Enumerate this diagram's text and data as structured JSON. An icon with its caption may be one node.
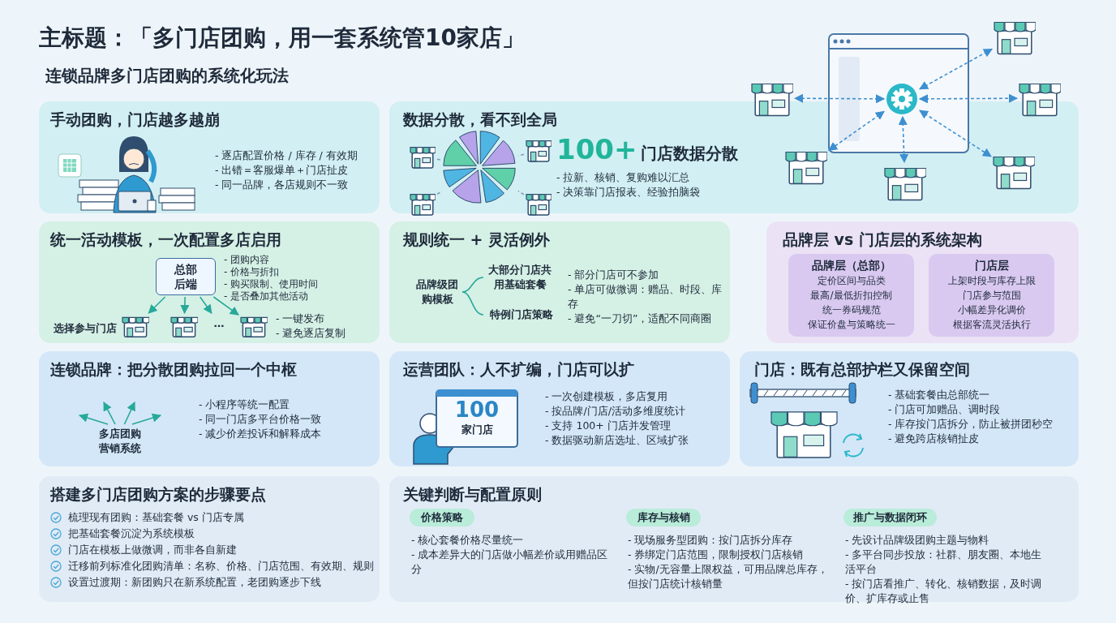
{
  "diagram": {
    "title": "主标题：「多门店团购，用一套系统管10家店」",
    "nodes": [
      {
        "text": [
          "手动团购，门店越多越崩",
          "- 逐店配置价格 / 库存 / 有效期",
          "- 出错＝客服爆单＋门店扯皮",
          "- 同一品牌，各店规则不一致"
        ]
      },
      {
        "text": [
          "数据分散，看不到全局",
          "100+",
          "门店数据分散",
          "- 拉新、核销、复购难以汇总",
          "- 决策靠门店报表、经验拍脑袋"
        ]
      },
      {
        "text": [],
        "shape": "picture",
        "in": 1
      },
      {
        "text": [],
        "shape": "picture",
        "in": 1
      },
      {
        "text": [],
        "shape": "picture",
        "in": 1
      },
      {
        "text": [],
        "shape": "picture",
        "in": 1
      },
      {
        "text": [],
        "shape": "picture",
        "in": 1
      },
      {
        "text": [
          "统一活动模板，一次配置多店启用",
          "- 团购内容",
          "- 价格与折扣",
          "- 购买限制、使用时间",
          "- 是否叠加其他活动",
          "选择参与门店",
          "- 一键发布",
          "- 避免逐店复制"
        ]
      },
      {
        "text": [
          "总部后端"
        ],
        "in": 7
      },
      {
        "text": [],
        "shape": "picture",
        "in": 7
      },
      {
        "text": [],
        "shape": "picture",
        "in": 7
      },
      {
        "text": [
          "…"
        ],
        "in": 7
      },
      {
        "text": [],
        "shape": "picture",
        "in": 7
      },
      {
        "text": [
          "规则统一 + 灵活例外",
          "- 部分门店可不参加",
          "- 单店可做微调：赠品、时段、库存",
          "- 避免“一刀切”，适配不同商圈"
        ]
      },
      {
        "text": [
          "品牌级团购模板"
        ],
        "in": 13
      },
      {
        "text": [
          "大部分门店共用基础套餐"
        ],
        "in": 13
      },
      {
        "text": [
          "特例门店策略"
        ],
        "in": 13
      },
      {
        "text": [
          "品牌层 vs 门店层的系统架构"
        ]
      },
      {
        "text": [
          "品牌层（总部）",
          "定价区间与品类",
          "最高/最低折扣控制",
          "统一券码规范",
          "保证价盘与策略统一"
        ],
        "in": 17
      },
      {
        "text": [
          "门店层",
          "上架时段与库存上限",
          "门店参与范围",
          "小幅差异化调价",
          "根据客流灵活执行"
        ],
        "in": 17
      },
      {
        "text": [
          "连锁品牌：把分散团购拉回一个中枢",
          "- 小程序等统一配置",
          "- 同一门店多平台价格一致",
          "- 减少价差投诉和解释成本"
        ]
      },
      {
        "text": [
          "多店团购营销系统"
        ],
        "in": 20
      },
      {
        "text": [
          "运营团队：人不扩编，门店可以扩",
          "- 一次创建模板，多店复用",
          "- 按品牌/门店/活动多维度统计",
          "- 支持 100+ 门店并发管理",
          "- 数据驱动新店选址、区域扩张"
        ]
      },
      {
        "text": [
          "100",
          "家门店"
        ],
        "in": 22
      },
      {
        "text": [
          "门店：既有总部护栏又保留空间",
          "- 基础套餐由总部统一",
          "- 门店可加赠品、调时段",
          "- 库存按门店拆分，防止被拼团秒空",
          "- 避免跨店核销扯皮"
        ]
      },
      {
        "text": [
          "搭建多门店团购方案的步骤要点",
          "梳理现有团购：基础套餐 vs 门店专属",
          "把基础套餐沉淀为系统模板",
          "门店在模板上做微调，而非各自新建",
          "迁移前列标准化团购清单：名称、价格、门店范围、有效期、规则",
          "设置过渡期：新团购只在新系统配置，老团购逐步下线"
        ]
      },
      {
        "text": [
          "关键判断与配置原则"
        ]
      },
      {
        "text": [
          "价格策略"
        ],
        "in": 26,
        "beside": [
          "- 核心套餐价格尽量统一",
          "- 成本差异大的门店做小幅差价或用赠品区分"
        ]
      },
      {
        "text": [
          "库存与核销"
        ],
        "in": 26,
        "beside": [
          "- 现场服务型团购：按门店拆分库存",
          "- 券绑定门店范围，限制授权门店核销",
          "- 实物/无容量上限权益，可用品牌总库存，但按门店统计核销量"
        ]
      },
      {
        "text": [
          "推广与数据闭环"
        ],
        "in": 26,
        "beside": [
          "- 先设计品牌级团购主题与物料",
          "- 多平台同步投放：社群、朋友圈、本地生活平台",
          "- 按门店看推广、转化、核销数据，及时调价、扩库存或止售"
        ]
      },
      {
        "text": [],
        "shape": "circle"
      },
      {
        "text": [],
        "shape": "picture"
      },
      {
        "text": [],
        "shape": "picture"
      },
      {
        "text": [],
        "shape": "picture"
      },
      {
        "text": [],
        "shape": "picture",
        "in": 1
      },
      {
        "text": [],
        "shape": "picture",
        "in": 1
      },
      {
        "text": [],
        "shape": "picture",
        "in": 1
      }
    ],
    "edges": [
      {
        "from": 3,
        "to": 2,
        "arrow": "none",
        "style": "dashed",
        "color": "#7f9dbd"
      },
      {
        "from": 4,
        "to": 2,
        "arrow": "none",
        "style": "dashed",
        "color": "#7f9dbd"
      },
      {
        "from": 5,
        "to": 2,
        "arrow": "none",
        "style": "dashed",
        "color": "#7f9dbd"
      },
      {
        "from": 6,
        "to": 2,
        "arrow": "none",
        "style": "dashed",
        "color": "#7f9dbd"
      },
      {
        "from": 8,
        "to": 9,
        "arrow": "to"
      },
      {
        "from": 8,
        "to": 10,
        "arrow": "to"
      },
      {
        "from": 8,
        "to": 11,
        "arrow": "to"
      },
      {
        "from": 8,
        "to": 12,
        "arrow": "to"
      },
      {
        "from": 14,
        "to": 15,
        "arrow": "none"
      },
      {
        "from": 14,
        "to": 16,
        "arrow": "none"
      },
      {
        "from": 21,
        "to": null,
        "arrow": "to"
      },
      {
        "from": 21,
        "to": null,
        "arrow": "to"
      },
      {
        "from": 21,
        "to": null,
        "arrow": "to"
      },
      {
        "from": 21,
        "to": null,
        "arrow": "to"
      },
      {
        "from": 30,
        "to": 31,
        "arrow": "both",
        "style": "dashed",
        "color": "#3d8fd0"
      },
      {
        "from": 30,
        "to": 32,
        "arrow": "both",
        "style": "dashed",
        "color": "#3d8fd0"
      },
      {
        "from": 30,
        "to": 33,
        "arrow": "both",
        "style": "dashed",
        "color": "#3d8fd0"
      },
      {
        "from": 30,
        "to": 34,
        "arrow": "both",
        "style": "dashed",
        "color": "#3d8fd0"
      },
      {
        "from": 30,
        "to": 35,
        "arrow": "both",
        "style": "dashed",
        "color": "#3d8fd0"
      },
      {
        "from": 30,
        "to": 36,
        "arrow": "both",
        "style": "dashed",
        "color": "#3d8fd0"
      }
    ],
    "labels": [
      "连锁品牌多门店团购的系统化玩法"
    ]
  }
}
